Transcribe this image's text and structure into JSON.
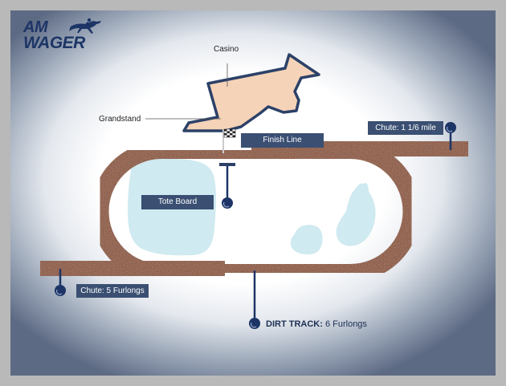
{
  "logo": {
    "line1": "AM",
    "line2": "WAGER",
    "mark_icon": "racehorse-jockey-icon",
    "color": "#1d3566"
  },
  "buildings": {
    "casino_label": "Casino",
    "grandstand_label": "Grandstand"
  },
  "callouts": {
    "finish_line": "Finish Line",
    "tote_board": "Tote Board",
    "chute_mile": "Chute: 1 1/6 mile",
    "chute_furlongs": "Chute: 5 Furlongs"
  },
  "dirt_track": {
    "title": "DIRT TRACK:",
    "distance": "6 Furlongs"
  },
  "colors": {
    "track": "#8b4a1e",
    "building_fill": "#f5d3b8",
    "building_outline": "#2c4168",
    "infield_water": "#cfeaf0",
    "tag_background": "#3a4f72",
    "marker": "#1d3566"
  }
}
